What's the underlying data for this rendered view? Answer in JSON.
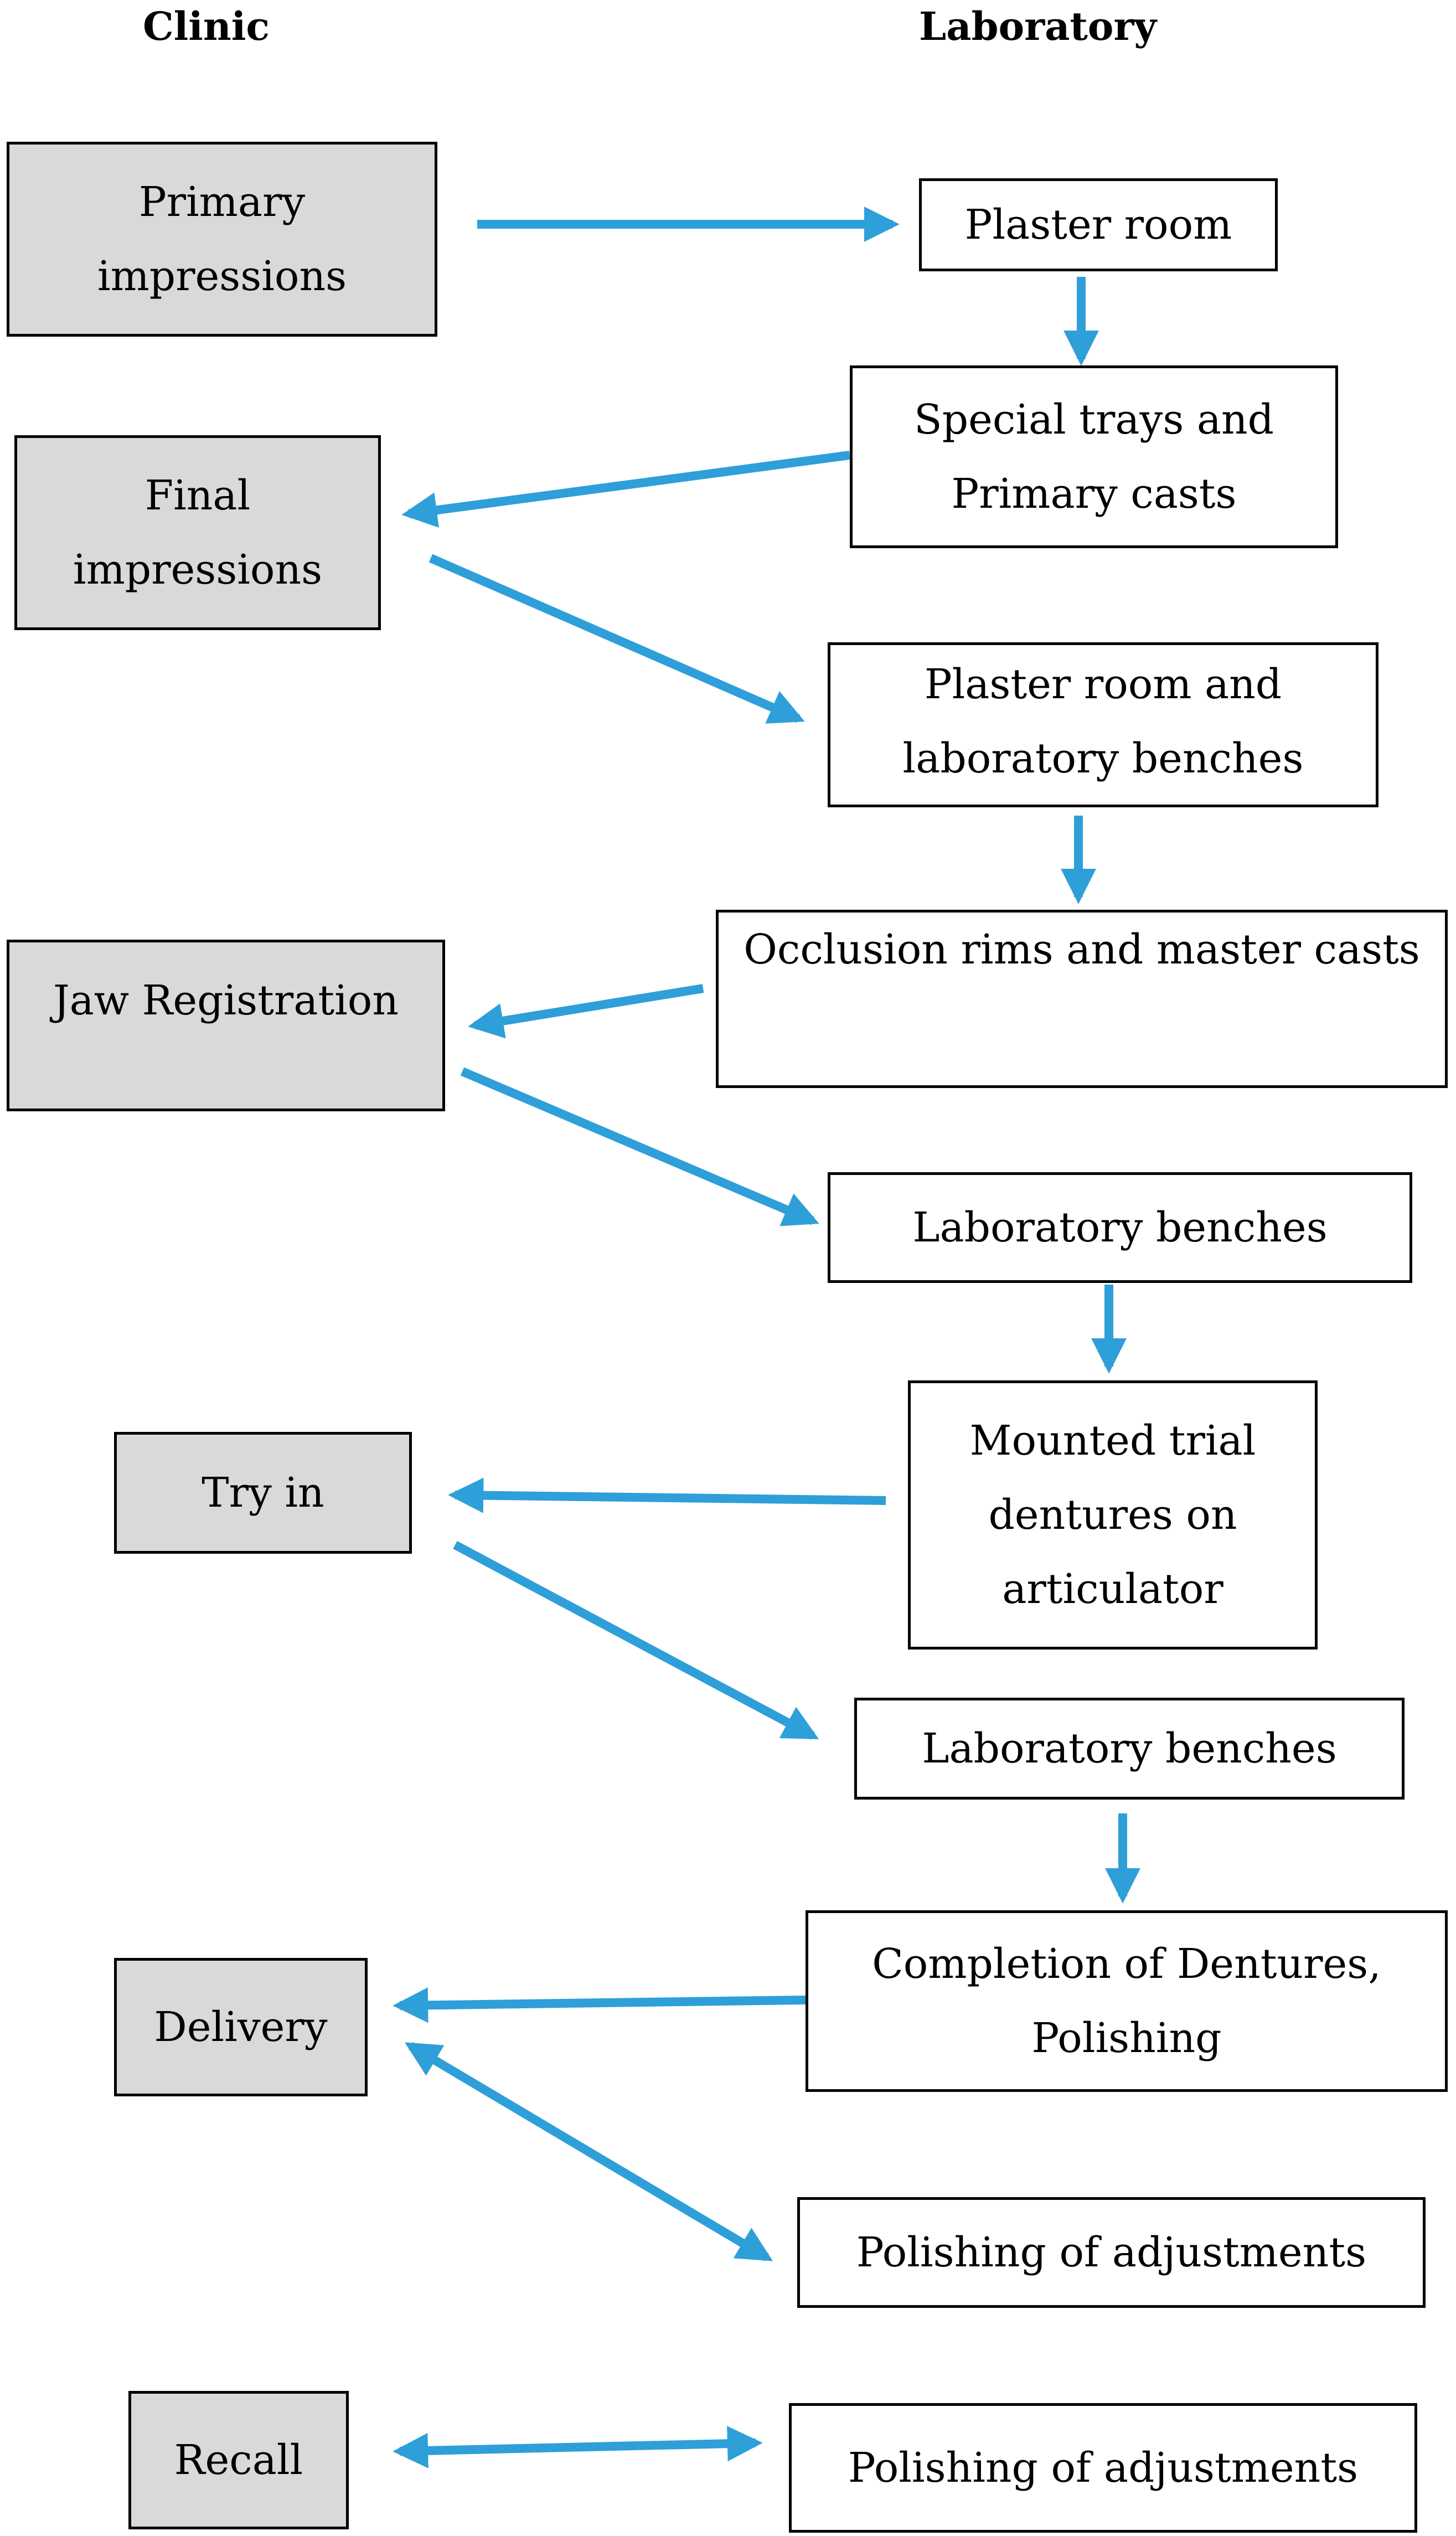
{
  "headers": {
    "clinic": "Clinic",
    "laboratory": "Laboratory"
  },
  "colors": {
    "arrow": "#2E9FD8",
    "clinic_box_fill": "#D9D9D9",
    "lab_box_fill": "#FFFFFF",
    "border": "#000000"
  },
  "clinic_steps": [
    "Primary\nimpressions",
    "Final\nimpressions",
    "Jaw Registration",
    "Try in",
    "Delivery",
    "Recall"
  ],
  "lab_steps": [
    "Plaster room",
    "Special trays and\nPrimary casts",
    "Plaster room and\nlaboratory benches",
    "Occlusion rims and master casts",
    "Laboratory benches",
    "Mounted trial\ndentures on\narticulator",
    "Laboratory benches",
    "Completion of Dentures,\nPolishing",
    "Polishing of adjustments",
    "Polishing of adjustments"
  ],
  "connections": [
    {
      "from": "clinic.0",
      "to": "lab.0",
      "direction": "forward"
    },
    {
      "from": "lab.0",
      "to": "lab.1",
      "direction": "forward"
    },
    {
      "from": "lab.1",
      "to": "clinic.1",
      "direction": "forward"
    },
    {
      "from": "clinic.1",
      "to": "lab.2",
      "direction": "forward"
    },
    {
      "from": "lab.2",
      "to": "lab.3",
      "direction": "forward"
    },
    {
      "from": "lab.3",
      "to": "clinic.2",
      "direction": "forward"
    },
    {
      "from": "clinic.2",
      "to": "lab.4",
      "direction": "forward"
    },
    {
      "from": "lab.4",
      "to": "lab.5",
      "direction": "forward"
    },
    {
      "from": "lab.5",
      "to": "clinic.3",
      "direction": "forward"
    },
    {
      "from": "clinic.3",
      "to": "lab.6",
      "direction": "forward"
    },
    {
      "from": "lab.6",
      "to": "lab.7",
      "direction": "forward"
    },
    {
      "from": "lab.7",
      "to": "clinic.4",
      "direction": "forward"
    },
    {
      "from": "clinic.4",
      "to": "lab.8",
      "direction": "both"
    },
    {
      "from": "clinic.5",
      "to": "lab.9",
      "direction": "both"
    }
  ]
}
